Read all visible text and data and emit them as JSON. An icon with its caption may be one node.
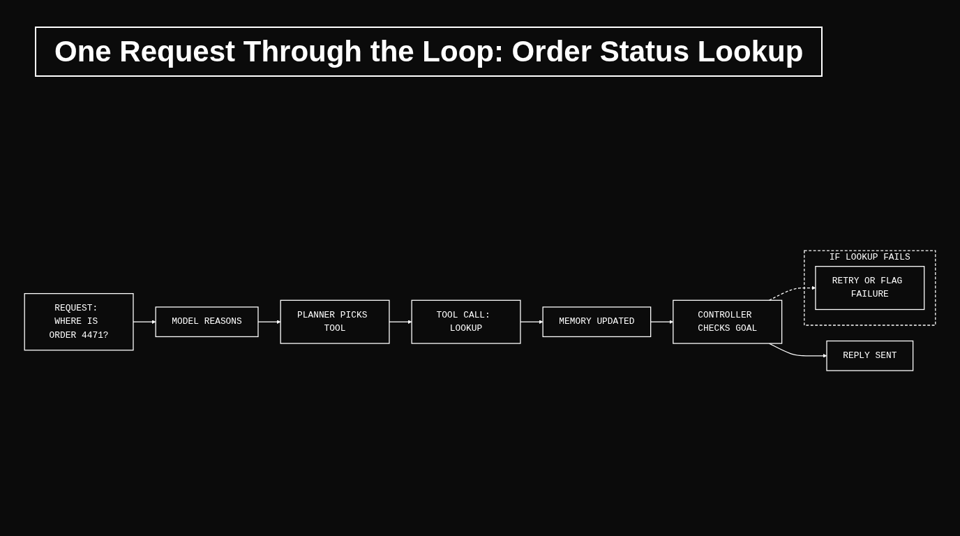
{
  "diagram": {
    "title": "One Request Through the Loop: Order Status Lookup",
    "nodes": [
      {
        "text": [
          "REQUEST: WHERE IS ORDER 4471?"
        ]
      },
      {
        "text": [
          "MODEL REASONS"
        ]
      },
      {
        "text": [
          "PLANNER PICKS TOOL"
        ]
      },
      {
        "text": [
          "TOOL CALL: LOOKUP"
        ]
      },
      {
        "text": [
          "MEMORY UPDATED"
        ]
      },
      {
        "text": [
          "CONTROLLER CHECKS GOAL"
        ]
      },
      {
        "text": [
          "IF LOOKUP FAILS"
        ]
      },
      {
        "text": [
          "RETRY OR FLAG FAILURE"
        ],
        "in": 6
      },
      {
        "text": [
          "REPLY SENT"
        ]
      }
    ],
    "edges": [
      {
        "from": 0,
        "to": 1,
        "arrow": "to"
      },
      {
        "from": 1,
        "to": 2,
        "arrow": "to"
      },
      {
        "from": 2,
        "to": 3,
        "arrow": "to"
      },
      {
        "from": 3,
        "to": 4,
        "arrow": "to"
      },
      {
        "from": 4,
        "to": 5,
        "arrow": "to"
      },
      {
        "from": 5,
        "to": 7,
        "arrow": "to",
        "style": "dashed"
      },
      {
        "from": 5,
        "to": 8,
        "arrow": "to"
      }
    ]
  }
}
